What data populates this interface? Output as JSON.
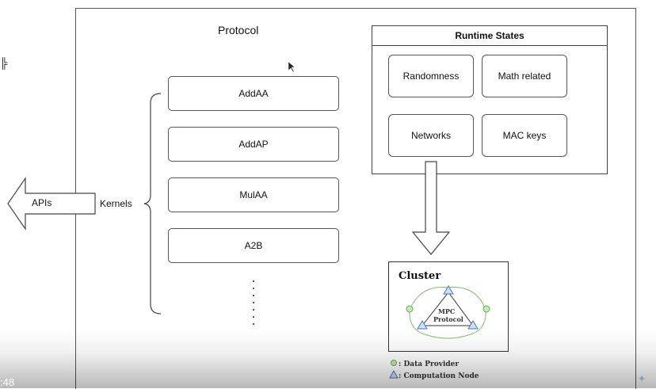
{
  "protocol_title": "Protocol",
  "runtime": {
    "title": "Runtime States",
    "items": [
      "Randomness",
      "Math related",
      "Networks",
      "MAC keys"
    ]
  },
  "kernels_label": "Kernels",
  "apis_label": "APIs",
  "kernels": [
    "AddAA",
    "AddAP",
    "MulAA",
    "A2B"
  ],
  "cluster": {
    "title": "Cluster",
    "protocol_line1": "MPC",
    "protocol_line2": "Protocol"
  },
  "legend": {
    "data_provider": ": Data Provider",
    "computation_node": ": Computation Node"
  },
  "timestamp": ":48",
  "side_glyph": "╠"
}
